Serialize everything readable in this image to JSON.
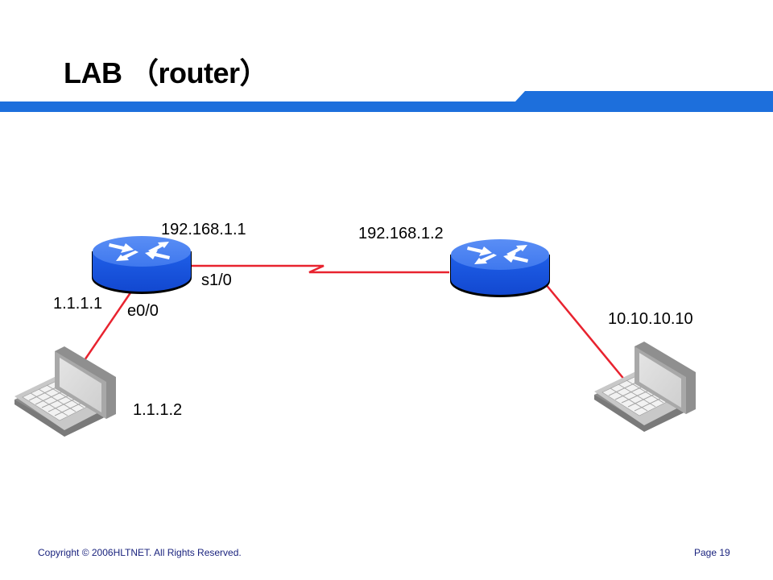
{
  "slide": {
    "title": "LAB （router）",
    "accent_color": "#1d6fdc",
    "link_color": "#e8232f"
  },
  "diagram": {
    "routers": [
      {
        "id": "router-1",
        "icon": "router-icon",
        "interface_labels": {
          "serial": "s1/0",
          "ethernet": "e0/0"
        },
        "serial_ip": "192.168.1.1",
        "ethernet_ip": "1.1.1.1"
      },
      {
        "id": "router-2",
        "icon": "router-icon",
        "serial_ip": "192.168.1.2"
      }
    ],
    "hosts": [
      {
        "id": "laptop-1",
        "icon": "laptop-icon",
        "ip": "1.1.1.2"
      },
      {
        "id": "laptop-2",
        "icon": "laptop-icon",
        "ip": "10.10.10.10"
      }
    ],
    "links": [
      {
        "from": "router-1",
        "to": "router-2",
        "type": "serial"
      },
      {
        "from": "router-1",
        "to": "laptop-1",
        "type": "ethernet"
      },
      {
        "from": "router-2",
        "to": "laptop-2",
        "type": "ethernet"
      }
    ]
  },
  "footer": {
    "copyright": "Copyright © 2006HLTNET.  All Rights Reserved.",
    "page": "Page 19"
  }
}
